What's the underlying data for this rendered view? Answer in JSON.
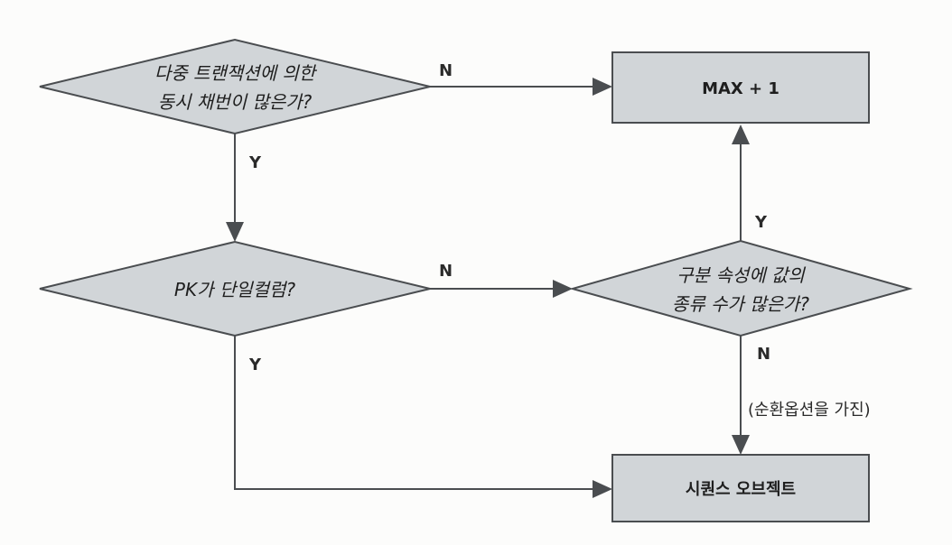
{
  "nodes": {
    "decision_concurrency": {
      "line1": "다중 트랜잭션에 의한",
      "line2": "동시 채번이 많은가?"
    },
    "decision_pk": {
      "line1": "PK가 단일컬럼?"
    },
    "decision_category": {
      "line1": "구분 속성에 값의",
      "line2": "종류 수가 많은가?"
    },
    "box_max": {
      "label": "MAX + 1"
    },
    "box_sequence": {
      "label": "시퀀스 오브젝트"
    }
  },
  "edges": {
    "concurrency_no": "N",
    "concurrency_yes": "Y",
    "pk_no": "N",
    "pk_yes": "Y",
    "category_yes": "Y",
    "category_no": "N",
    "category_no_note": "(순환옵션을 가진)"
  }
}
